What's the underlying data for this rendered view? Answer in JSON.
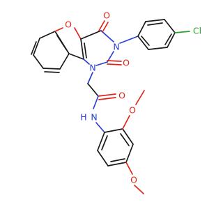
{
  "labels": {
    "furan_o": "O",
    "carbonyl_o_top": "O",
    "carbonyl_o_right": "O",
    "amide_o": "O",
    "n1": "N",
    "n3": "N",
    "amide_nh": "N",
    "amide_h": "H",
    "chlorine": "Cl",
    "methoxy_o_top": "O",
    "methoxy_o_bottom": "O"
  },
  "colors": {
    "bond": "#1a1a1a",
    "oxygen": "#e0251b",
    "nitrogen": "#2a3fd6",
    "chlorine": "#2ca02c",
    "background": "#ffffff"
  }
}
